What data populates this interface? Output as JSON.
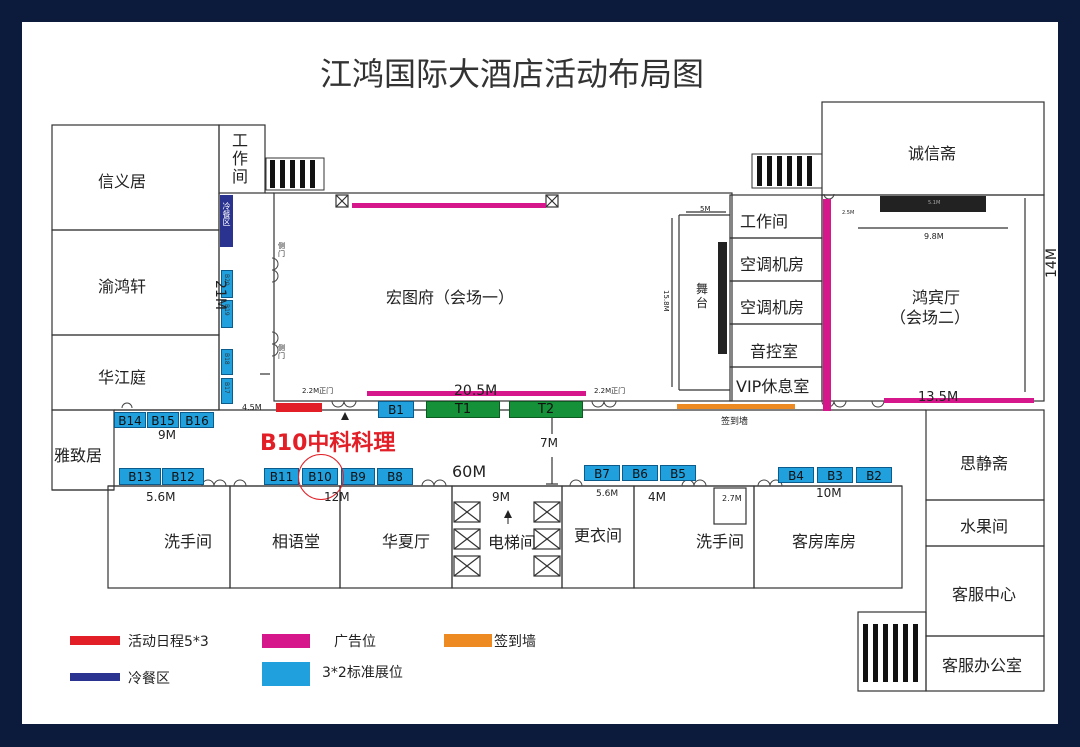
{
  "title": "江鸿国际大酒店活动布局图",
  "rooms": {
    "xinyiju": "信义居",
    "yuhongxuan": "渝鸿轩",
    "huajiangting": "华江庭",
    "yazhiju": "雅致居",
    "gongzuojian_left": "工作间",
    "hongtufu": "宏图府（会场一）",
    "wutai": "舞台",
    "gongzuojian_right": "工作间",
    "kongtiao1": "空调机房",
    "kongtiao2": "空调机房",
    "yinkongshi": "音控室",
    "vip": "VIP休息室",
    "chengxinzhai": "诚信斋",
    "hongbinting": "鸿宾厅",
    "huichang2": "（会场二）",
    "sijingzhai": "思静斋",
    "shuiguojian": "水果间",
    "kefuzhongxin": "客服中心",
    "kefubangongshi": "客服办公室",
    "xishoujian_left": "洗手间",
    "xiangyutang": "相语堂",
    "huaxiating": "华夏厅",
    "diantijian": "电梯间",
    "gengyijian": "更衣间",
    "xishoujian_right": "洗手间",
    "kefangkufang": "客房库房"
  },
  "booths": [
    "B1",
    "B2",
    "B3",
    "B4",
    "B5",
    "B6",
    "B7",
    "B8",
    "B9",
    "B10",
    "B11",
    "B12",
    "B13",
    "B14",
    "B15",
    "B16"
  ],
  "small_booths": [
    "B17",
    "B18",
    "B19",
    "B20"
  ],
  "cold_meal_label": "冷餐区",
  "stages": [
    "T1",
    "T2"
  ],
  "highlight": "B10中科科理",
  "dimensions": {
    "d21m": "21M",
    "d20_5m": "20.5M",
    "d60m": "60M",
    "d9m_a": "9M",
    "d7m": "7M",
    "d12m": "12M",
    "d5_6m_a": "5.6M",
    "d9m_b": "9M",
    "d5_6m_b": "5.6M",
    "d4m": "4M",
    "d10m": "10M",
    "d2_7m": "2.7M",
    "d14m": "14M",
    "d13_5m": "13.5M",
    "d9_8m": "9.8M",
    "d4_5m": "4.5M",
    "d2_2m_a": "2.2M正门",
    "d2_2m_b": "2.2M正门",
    "d5m": "5M",
    "d15_8m": "15.8M",
    "d2_5m": "2.5M",
    "d5_1m": "5.1M"
  },
  "side_doors": [
    "侧门",
    "侧门"
  ],
  "sign_wall_label": "签到墙",
  "legend": [
    {
      "label": "活动日程5*3",
      "color": "#e21f26"
    },
    {
      "label": "广告位",
      "color": "#d6178b"
    },
    {
      "label": "签到墙",
      "color": "#ee8a22"
    },
    {
      "label": "冷餐区",
      "color": "#2a3390"
    },
    {
      "label": "3*2标准展位",
      "color": "#21a0de"
    }
  ]
}
